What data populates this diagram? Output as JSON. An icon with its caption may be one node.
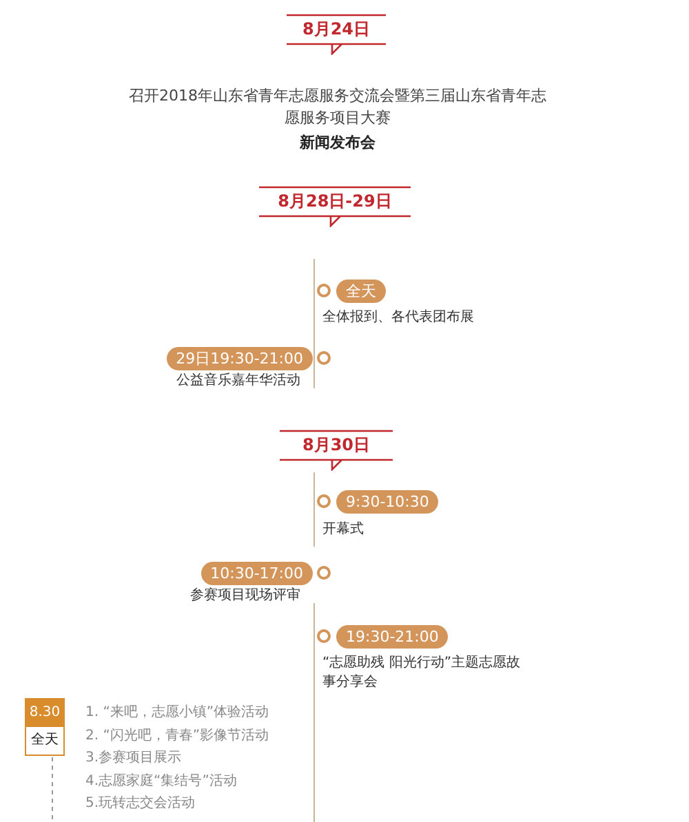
{
  "diagram": {
    "nodes": [
      {
        "text": [
          "8月24日"
        ],
        "beside": [
          "召开2018年山东省青年志愿服务交流会暨第三届山东省青年志愿服务项目大赛",
          "新闻发布会"
        ]
      },
      {
        "text": [
          "8月28日-29日"
        ]
      },
      {
        "text": [
          "全天"
        ],
        "beside": [
          "全体报到、各代表团布展"
        ]
      },
      {
        "text": [
          "29日19:30-21:00"
        ],
        "beside": [
          "公益音乐嘉年华活动"
        ]
      },
      {
        "text": [
          "8月30日"
        ]
      },
      {
        "text": [
          "9:30-10:30"
        ],
        "beside": [
          "开幕式"
        ]
      },
      {
        "text": [
          "10:30-17:00"
        ],
        "beside": [
          "参赛项目现场评审"
        ]
      },
      {
        "text": [
          "19:30-21:00"
        ],
        "beside": [
          "“志愿助残 阳光行动”主题志愿故事分享会"
        ]
      },
      {
        "text": [
          "8.30",
          "全天"
        ]
      }
    ],
    "edges": [],
    "labels": [
      "1. “来吧，志愿小镇”体验活动",
      "2. “闪光吧，青春”影像节活动",
      "3.参赛项目展示",
      "4.志愿家庭“集结号”活动",
      "5.玩转志交会活动"
    ]
  }
}
